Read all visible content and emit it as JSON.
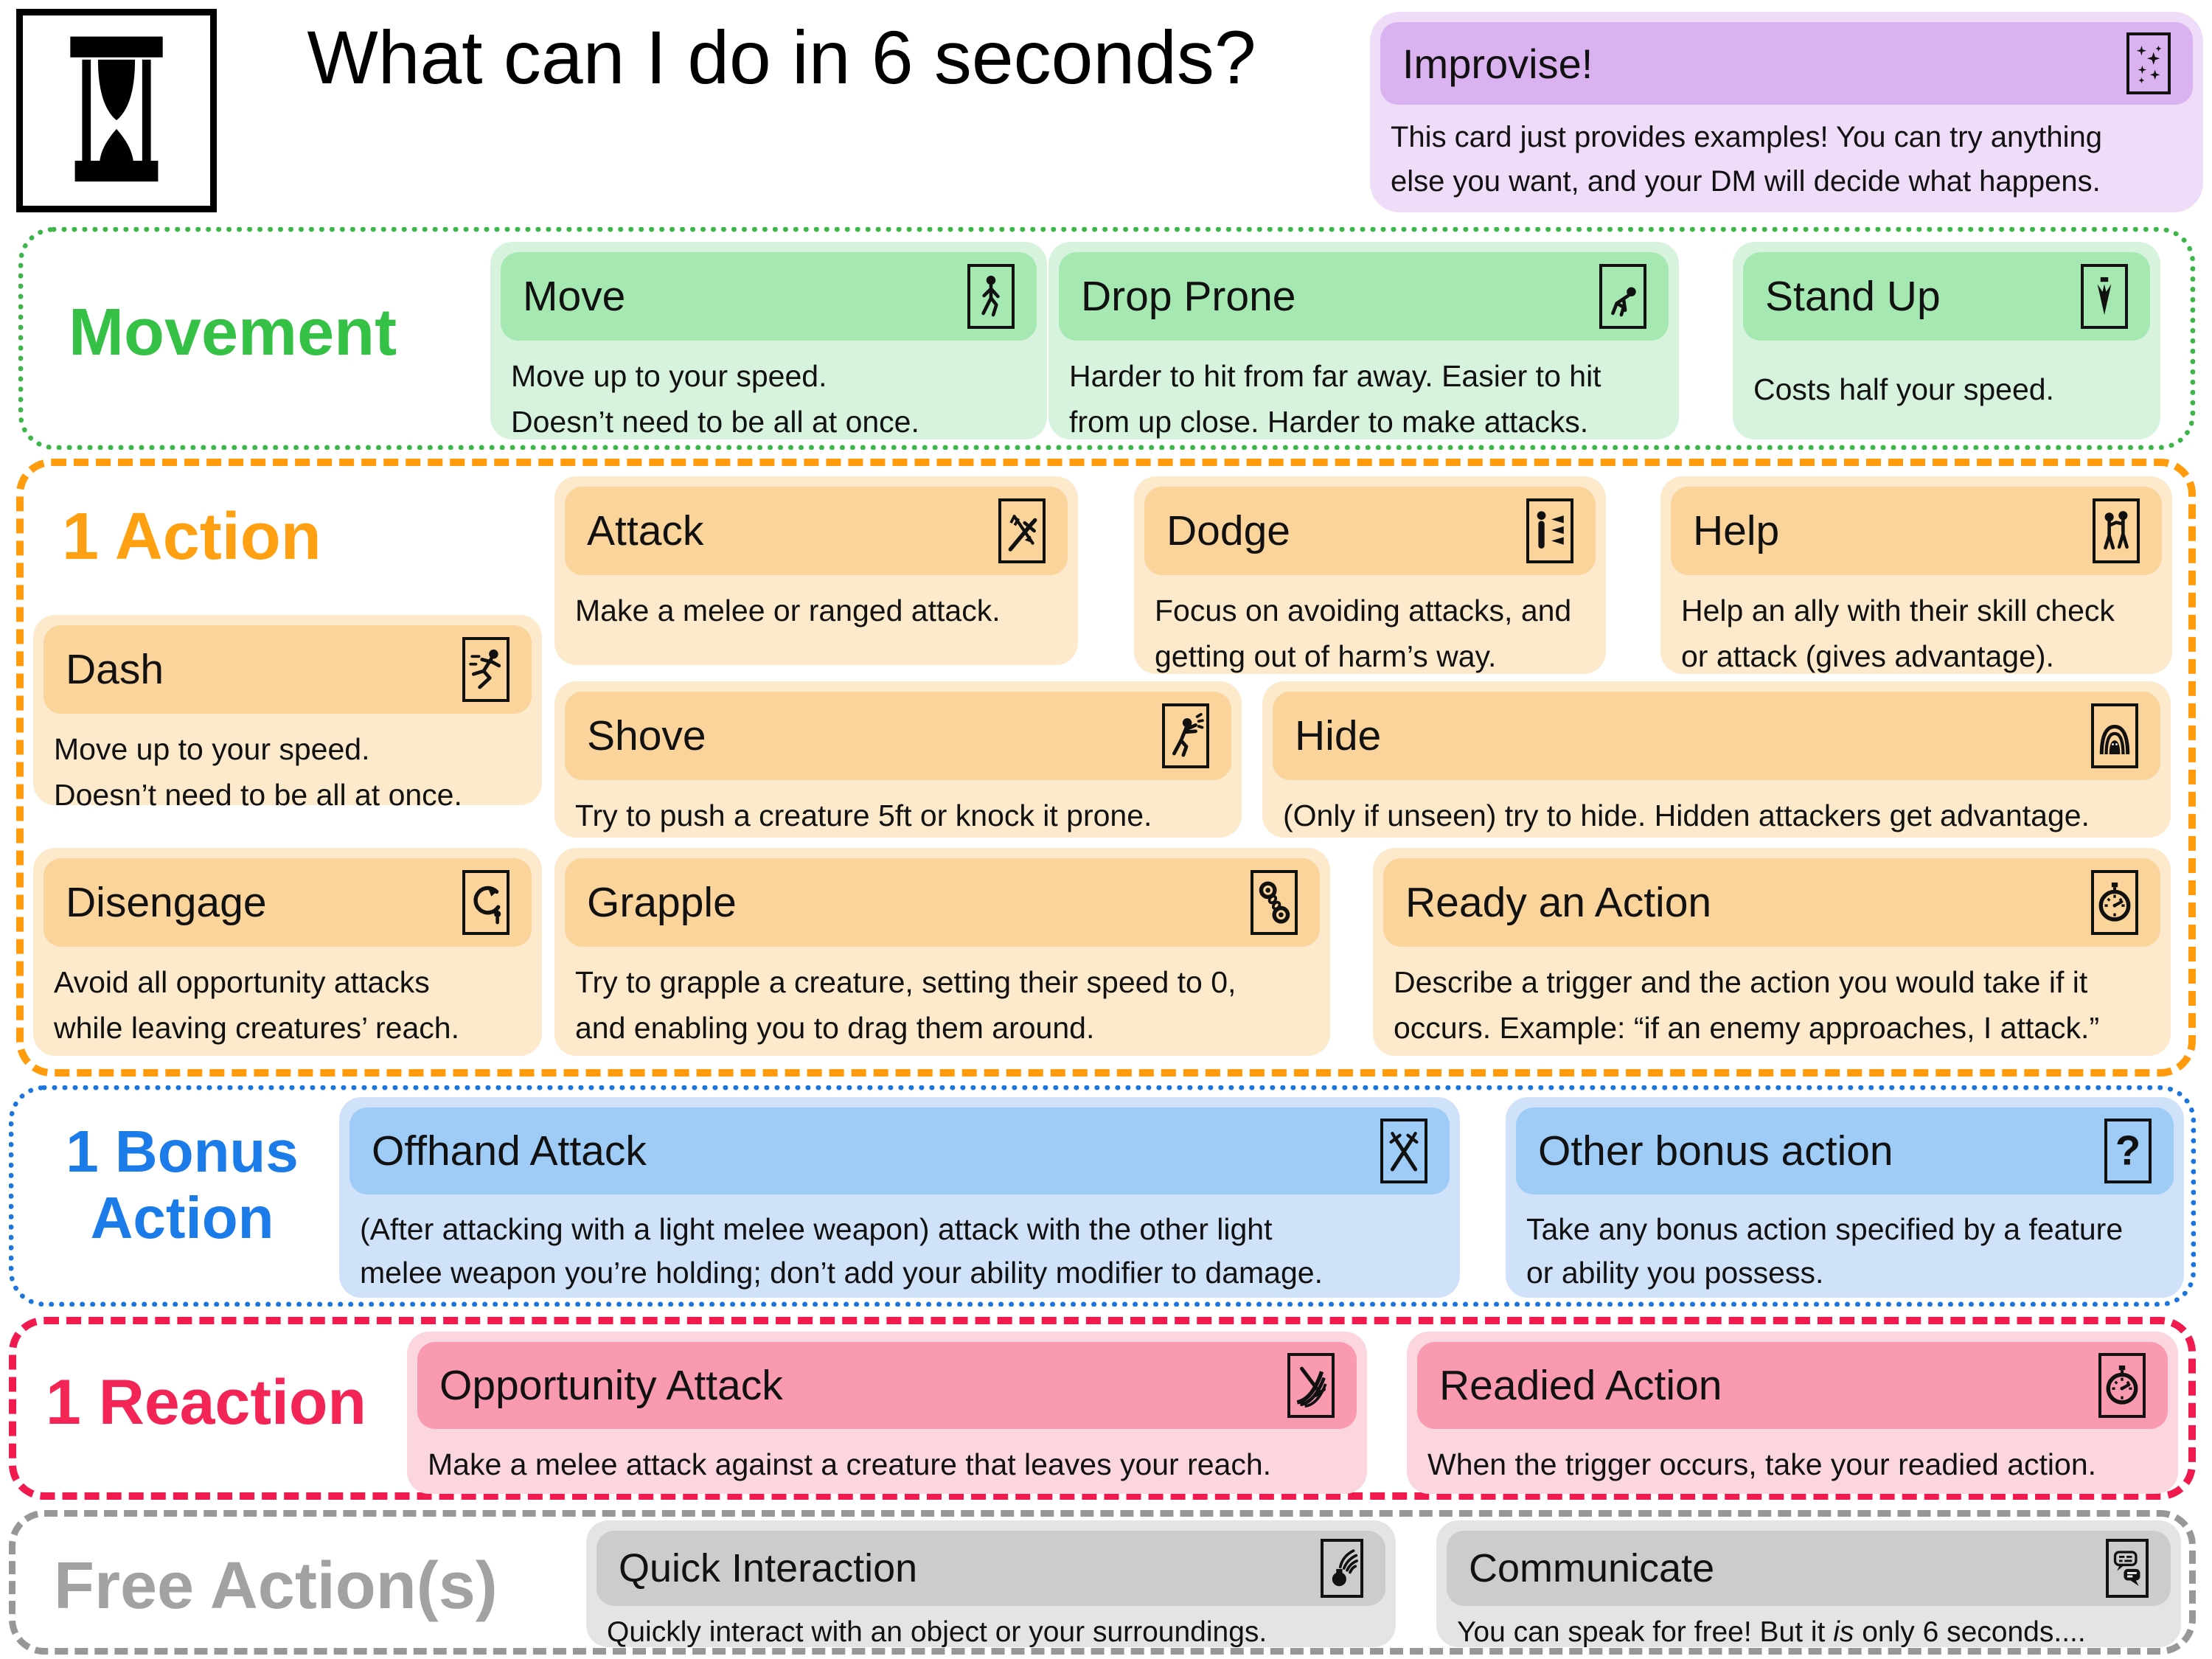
{
  "header": {
    "title": "What can I do in 6 seconds?"
  },
  "improvise": {
    "title": "Improvise!",
    "body": "This card just provides examples! You can try anything\nelse you want, and your DM will decide what happens."
  },
  "colors": {
    "movement_accent": "#35c046",
    "movement_head": "#a6e8b2",
    "movement_body": "#d8f3dd",
    "action_accent": "#ffa012",
    "action_head": "#fbd49c",
    "action_body": "#fdeacd",
    "bonus_accent": "#1b7ce9",
    "bonus_head": "#9eccf7",
    "bonus_body": "#cfe2f9",
    "reaction_accent": "#f22556",
    "reaction_head": "#f99ab0",
    "reaction_body": "#fcd6de",
    "free_accent": "#a2a2a2",
    "free_head": "#cccccc",
    "free_body": "#e4e4e4",
    "improvise_head": "#d9b2ef",
    "improvise_body": "#eedcf8"
  },
  "sections": [
    {
      "label": "Movement",
      "cards": [
        {
          "title": "Move",
          "icon": "walk-icon",
          "body": "Move up to your speed.\nDoesn’t need to be all at once."
        },
        {
          "title": "Drop Prone",
          "icon": "drop-prone-icon",
          "body": "Harder to hit from far away. Easier to hit\nfrom up close. Harder to make attacks."
        },
        {
          "title": "Stand Up",
          "icon": "stand-up-icon",
          "body": "Costs half your speed."
        }
      ]
    },
    {
      "label": "1 Action",
      "cards": [
        {
          "title": "Attack",
          "icon": "sword-arrow-icon",
          "body": "Make a melee or ranged attack."
        },
        {
          "title": "Dodge",
          "icon": "dodge-icon",
          "body": "Focus on avoiding attacks, and\ngetting out of harm’s way."
        },
        {
          "title": "Help",
          "icon": "two-people-icon",
          "body": "Help an ally with their skill check\nor attack (gives advantage)."
        },
        {
          "title": "Dash",
          "icon": "sprint-icon",
          "body": "Move up to your speed.\nDoesn’t need to be all at once."
        },
        {
          "title": "Shove",
          "icon": "push-icon",
          "body": "Try to push a creature 5ft or knock it prone."
        },
        {
          "title": "Hide",
          "icon": "hooded-figure-icon",
          "body": "(Only if unseen) try to hide. Hidden attackers get advantage."
        },
        {
          "title": "Disengage",
          "icon": "turn-away-icon",
          "body": "Avoid all opportunity attacks\nwhile leaving creatures’ reach."
        },
        {
          "title": "Grapple",
          "icon": "manacles-icon",
          "body": "Try to grapple a creature, setting their speed to 0,\nand enabling you to drag them around."
        },
        {
          "title": "Ready an Action",
          "icon": "stopwatch-icon",
          "body": "Describe a trigger and the action you would take if it\noccurs. Example: “if an enemy approaches, I attack.”"
        }
      ]
    },
    {
      "label": "1 Bonus\nAction",
      "cards": [
        {
          "title": "Offhand Attack",
          "icon": "crossed-daggers-icon",
          "body": "(After attacking with a light melee weapon) attack with the other light\nmelee weapon you’re holding; don’t add your ability modifier to damage."
        },
        {
          "title": "Other bonus action",
          "icon": "question-mark-icon",
          "body": "Take any bonus action specified by a feature\nor ability you possess."
        }
      ]
    },
    {
      "label": "1 Reaction",
      "cards": [
        {
          "title": "Opportunity Attack",
          "icon": "sword-slash-icon",
          "body": "Make a melee attack against a creature that leaves your reach."
        },
        {
          "title": "Readied Action",
          "icon": "stopwatch-icon",
          "body": "When the trigger occurs, take your readied action."
        }
      ]
    },
    {
      "label": "Free Action(s)",
      "cards": [
        {
          "title": "Quick Interaction",
          "icon": "grab-hand-icon",
          "body": "Quickly interact with an object or your surroundings."
        },
        {
          "title": "Communicate",
          "icon": "speech-bubbles-icon",
          "body_pre": "You can speak for free! But it ",
          "body_italic": "is",
          "body_post": " only 6 seconds...."
        }
      ]
    }
  ]
}
